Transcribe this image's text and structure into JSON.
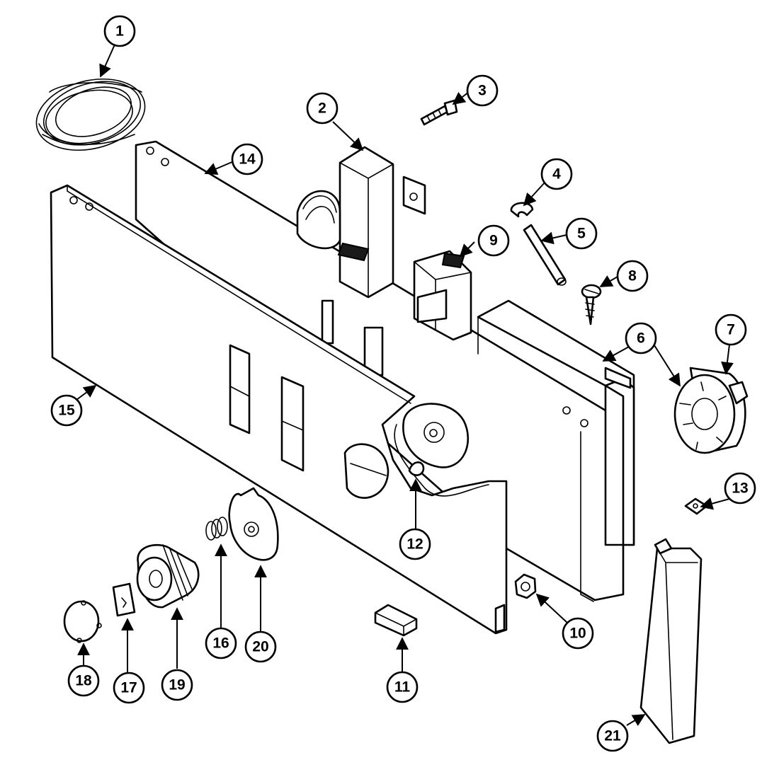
{
  "diagram": {
    "callouts": [
      {
        "label": "1"
      },
      {
        "label": "2"
      },
      {
        "label": "3"
      },
      {
        "label": "4"
      },
      {
        "label": "5"
      },
      {
        "label": "6"
      },
      {
        "label": "7"
      },
      {
        "label": "8"
      },
      {
        "label": "9"
      },
      {
        "label": "10"
      },
      {
        "label": "11"
      },
      {
        "label": "12"
      },
      {
        "label": "13"
      },
      {
        "label": "14"
      },
      {
        "label": "15"
      },
      {
        "label": "16"
      },
      {
        "label": "17"
      },
      {
        "label": "18"
      },
      {
        "label": "19"
      },
      {
        "label": "20"
      },
      {
        "label": "21"
      }
    ]
  }
}
